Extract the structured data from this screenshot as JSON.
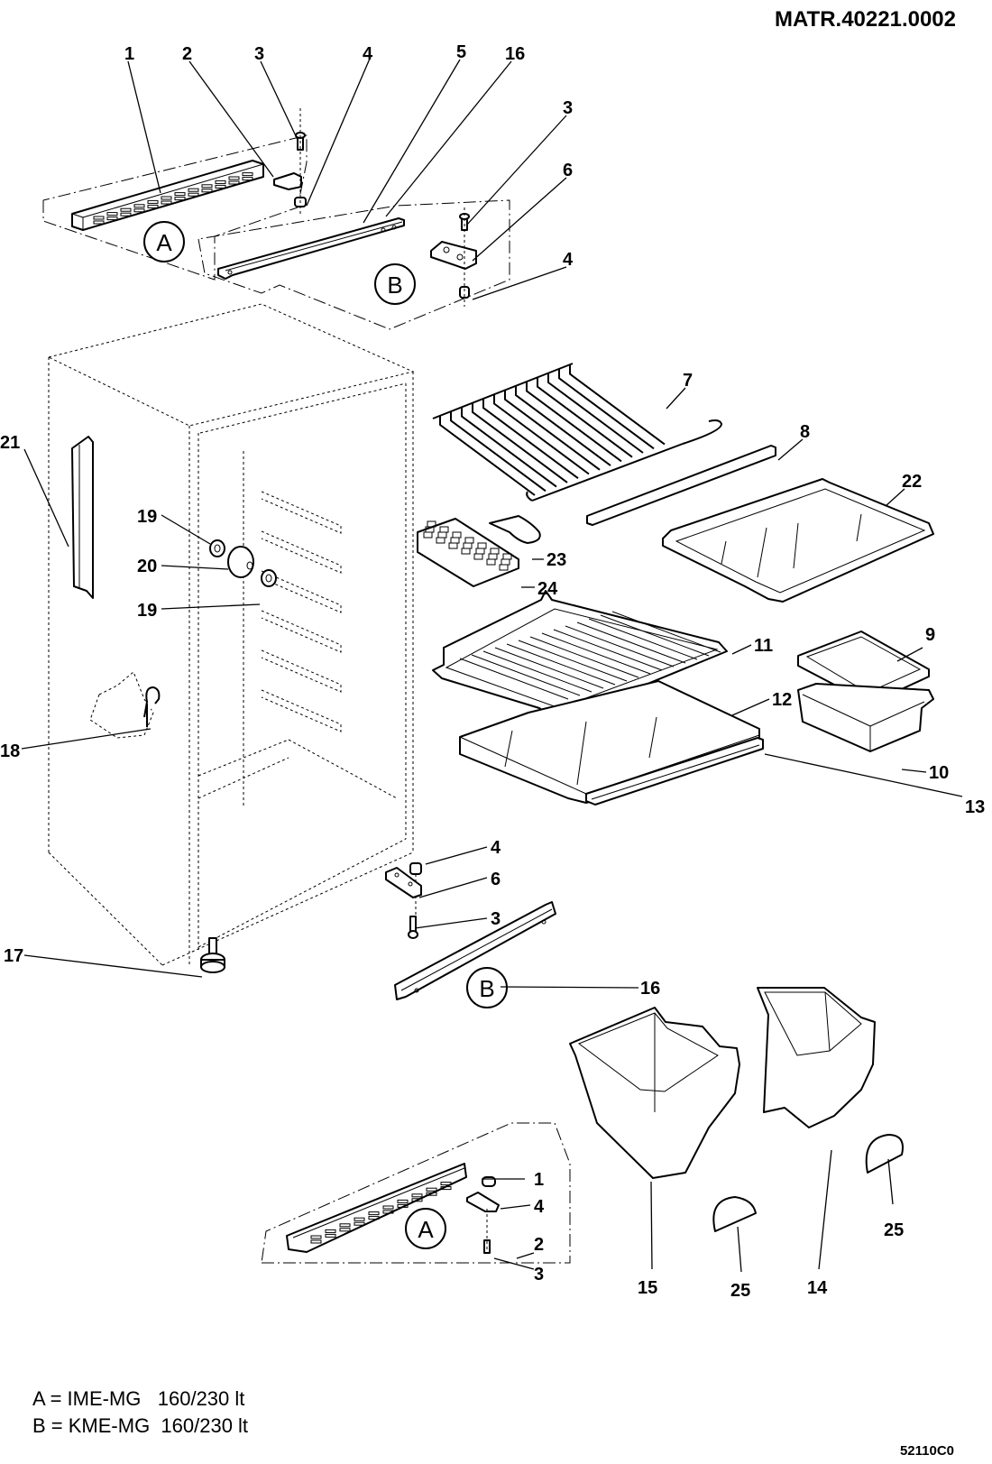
{
  "document": {
    "title": "MATR.40221.0002",
    "drawing_code": "52110C0",
    "legend": [
      {
        "key": "A",
        "text": "A = IME-MG   160/230 lt"
      },
      {
        "key": "B",
        "text": "B = KME-MG  160/230 lt"
      }
    ]
  },
  "callouts": {
    "a_circle": "A",
    "b_circle": "B",
    "labels": [
      {
        "id": "top-1",
        "text": "1"
      },
      {
        "id": "top-2",
        "text": "2"
      },
      {
        "id": "top-3",
        "text": "3"
      },
      {
        "id": "top-4",
        "text": "4"
      },
      {
        "id": "top-5",
        "text": "5"
      },
      {
        "id": "top-16",
        "text": "16"
      },
      {
        "id": "topright-3",
        "text": "3"
      },
      {
        "id": "topright-6",
        "text": "6"
      },
      {
        "id": "topright-4",
        "text": "4"
      },
      {
        "id": "p7",
        "text": "7"
      },
      {
        "id": "p8",
        "text": "8"
      },
      {
        "id": "p22",
        "text": "22"
      },
      {
        "id": "p21",
        "text": "21"
      },
      {
        "id": "p19a",
        "text": "19"
      },
      {
        "id": "p20",
        "text": "20"
      },
      {
        "id": "p19b",
        "text": "19"
      },
      {
        "id": "p23",
        "text": "23"
      },
      {
        "id": "p24",
        "text": "24"
      },
      {
        "id": "p11",
        "text": "11"
      },
      {
        "id": "p9",
        "text": "9"
      },
      {
        "id": "p12",
        "text": "12"
      },
      {
        "id": "p10",
        "text": "10"
      },
      {
        "id": "p13",
        "text": "13"
      },
      {
        "id": "p18",
        "text": "18"
      },
      {
        "id": "mid-4",
        "text": "4"
      },
      {
        "id": "mid-6",
        "text": "6"
      },
      {
        "id": "mid-3",
        "text": "3"
      },
      {
        "id": "p17",
        "text": "17"
      },
      {
        "id": "mid-16",
        "text": "16"
      },
      {
        "id": "bot-1",
        "text": "1"
      },
      {
        "id": "bot-4",
        "text": "4"
      },
      {
        "id": "bot-2",
        "text": "2"
      },
      {
        "id": "bot-3",
        "text": "3"
      },
      {
        "id": "p15",
        "text": "15"
      },
      {
        "id": "p25a",
        "text": "25"
      },
      {
        "id": "p14",
        "text": "14"
      },
      {
        "id": "p25b",
        "text": "25"
      }
    ]
  }
}
